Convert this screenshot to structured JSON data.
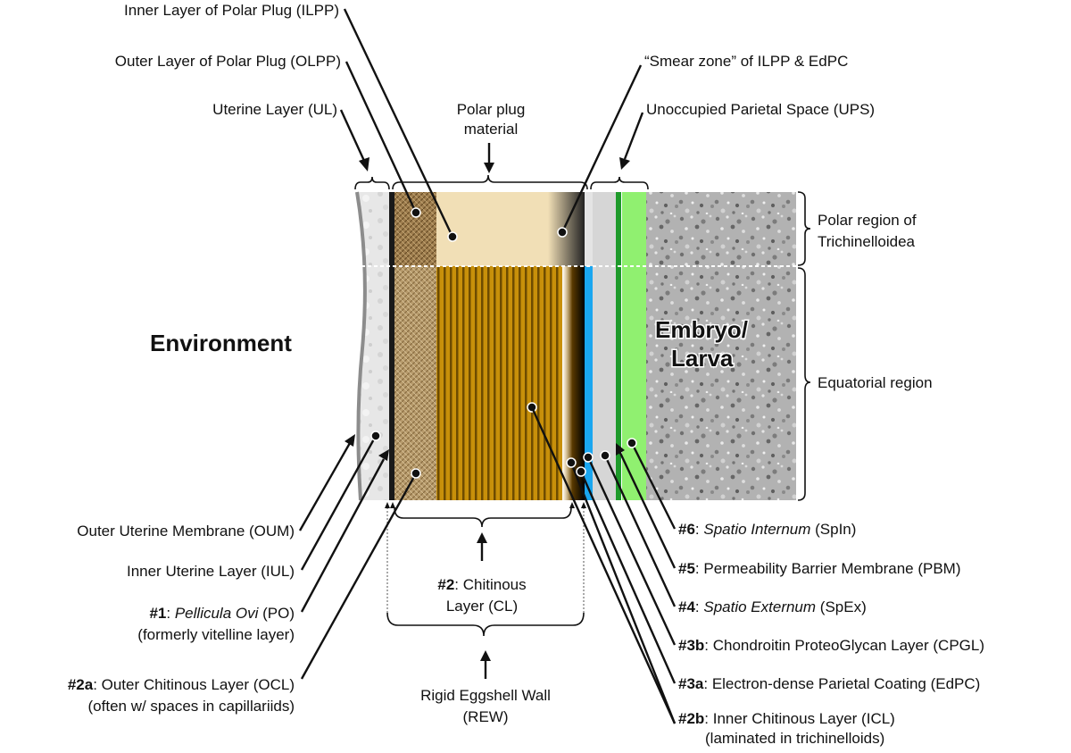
{
  "top_labels": {
    "ilpp": "Inner Layer of Polar Plug (ILPP)",
    "olpp": "Outer Layer of Polar Plug (OLPP)",
    "ul": "Uterine Layer (UL)",
    "polar_plug_line1": "Polar plug",
    "polar_plug_line2": "material",
    "smear": "“Smear zone” of ILPP & EdPC",
    "ups": "Unoccupied Parietal Space (UPS)"
  },
  "right_regions": {
    "polar_line1": "Polar region of",
    "polar_line2": "Trichinelloidea",
    "equatorial": "Equatorial region"
  },
  "center_labels": {
    "environment": "Environment",
    "embryo_line1": "Embryo/",
    "embryo_line2": "Larva"
  },
  "left_labels": {
    "oum": "Outer Uterine Membrane (OUM)",
    "iul": "Inner Uterine Layer (IUL)",
    "po_num": "#1",
    "po_sep": ": ",
    "po_name": "Pellicula Ovi",
    "po_abbr": " (PO)",
    "po_line2": "(formerly vitelline layer)",
    "ocl_num": "#2a",
    "ocl_text": ": Outer Chitinous Layer (OCL)",
    "ocl_line2": "(often w/ spaces in capillariids)"
  },
  "bottom_center": {
    "cl_num": "#2",
    "cl_text": ": Chitinous",
    "cl_line2": "Layer (CL)",
    "rew_line1": "Rigid Eggshell Wall",
    "rew_line2": "(REW)"
  },
  "right_labels": {
    "spin_num": "#6",
    "spin_sep": ": ",
    "spin_name": "Spatio Internum",
    "spin_abbr": " (SpIn)",
    "pbm_num": "#5",
    "pbm_text": ": Permeability Barrier Membrane (PBM)",
    "spex_num": "#4",
    "spex_sep": ": ",
    "spex_name": "Spatio Externum",
    "spex_abbr": " (SpEx)",
    "cpgl_num": "#3b",
    "cpgl_text": ": Chondroitin ProteoGlycan Layer (CPGL)",
    "edpc_num": "#3a",
    "edpc_text": ": Electron-dense Parietal Coating (EdPC)",
    "icl_num": "#2b",
    "icl_text": ": Inner Chitinous Layer (ICL)",
    "icl_line2": "(laminated in trichinelloids)"
  },
  "colors": {
    "chitin_stripe_dark": "#6e4c00",
    "chitin_stripe_light": "#c8900a",
    "polar_plug": "#f1dfb6",
    "cpgl_blue": "#1aa6f0",
    "ups_grey": "#d6d6d6",
    "spin_green": "#90f070",
    "pbm_green": "#1e9a2a",
    "embryo_grey": "#a9a9a9"
  }
}
